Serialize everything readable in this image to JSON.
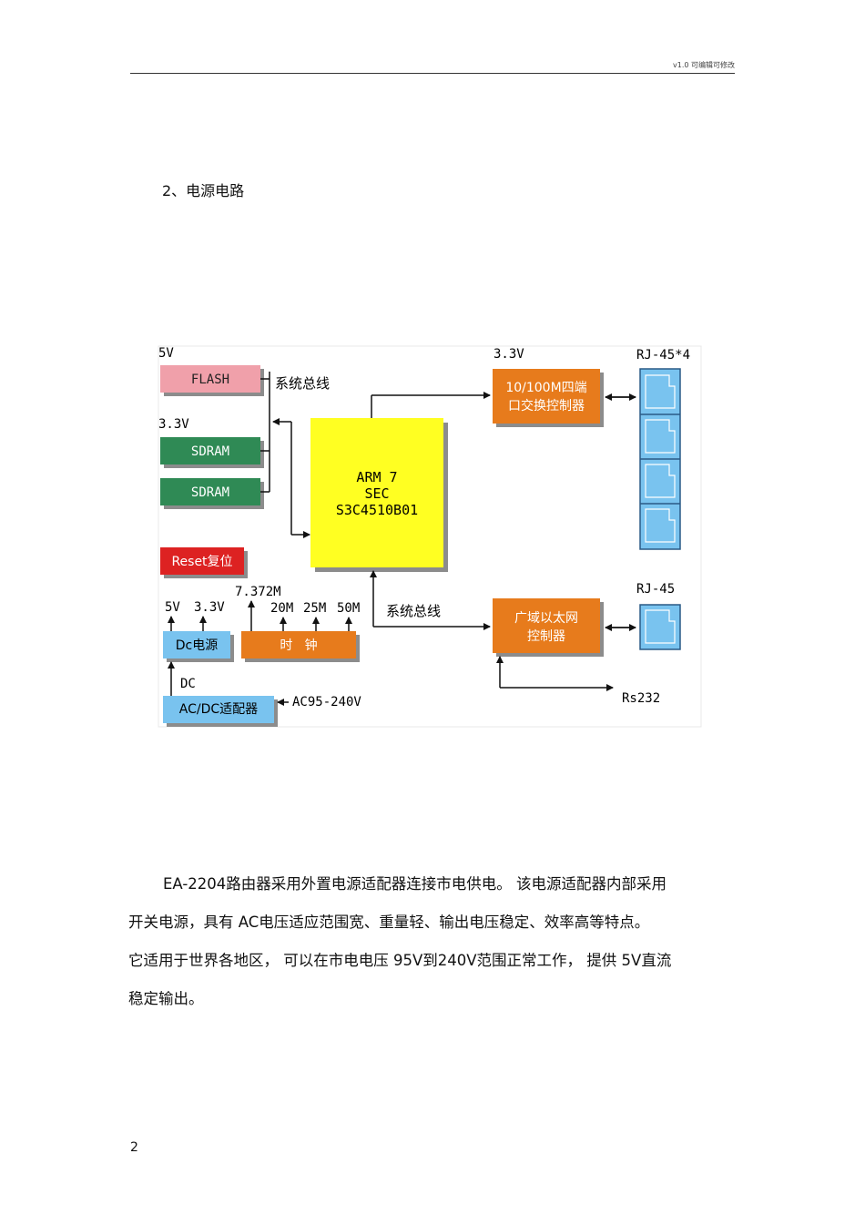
{
  "header": {
    "version_note": "v1.0   可编辑可修改"
  },
  "section": {
    "heading": "2、电源电路"
  },
  "diagram": {
    "flash": "FLASH",
    "sdram1": "SDRAM",
    "sdram2": "SDRAM",
    "reset": "Reset复位",
    "volt_5v": "5V",
    "volt_33v_mem": "3.3V",
    "volt_33v_switch": "3.3V",
    "sysbus_top": "系统总线",
    "sysbus_bottom": "系统总线",
    "cpu_line1": "ARM 7",
    "cpu_line2": "SEC",
    "cpu_line3": "S3C4510B01",
    "switch_line1": "10/100M四端",
    "switch_line2": "口交换控制器",
    "rj45x4": "RJ-45*4",
    "wan_line1": "广域以太网",
    "wan_line2": "控制器",
    "rj45": "RJ-45",
    "rs232": "Rs232",
    "dc_out_5v": "5V",
    "dc_out_33v": "3.3V",
    "dc_power": "Dc电源",
    "clock_7372": "7.372M",
    "clock_20": "20M",
    "clock_25": "25M",
    "clock_50": "50M",
    "clock": "时   钟",
    "dc_label": "DC",
    "adapter": "AC/DC适配器",
    "ac_input": "AC95-240V"
  },
  "body": {
    "para_line1": "EA-2204路由器采用外置电源适配器连接市电供电。   该电源适配器内部采用",
    "para_line2": "开关电源，具有   AC电压适应范围宽、重量轻、输出电压稳定、效率高等特点。",
    "para_line3": "它适用于世界各地区，   可以在市电电压   95V到240V范围正常工作，   提供 5V直流",
    "para_line4": "稳定输出。"
  },
  "footer": {
    "page_number": "2"
  },
  "colors": {
    "flash": "#f0a0aa",
    "sdram": "#2f8a55",
    "reset": "#dd2222",
    "cpu": "#ffff22",
    "orange": "#e77b1c",
    "blue": "#79c3ef"
  }
}
